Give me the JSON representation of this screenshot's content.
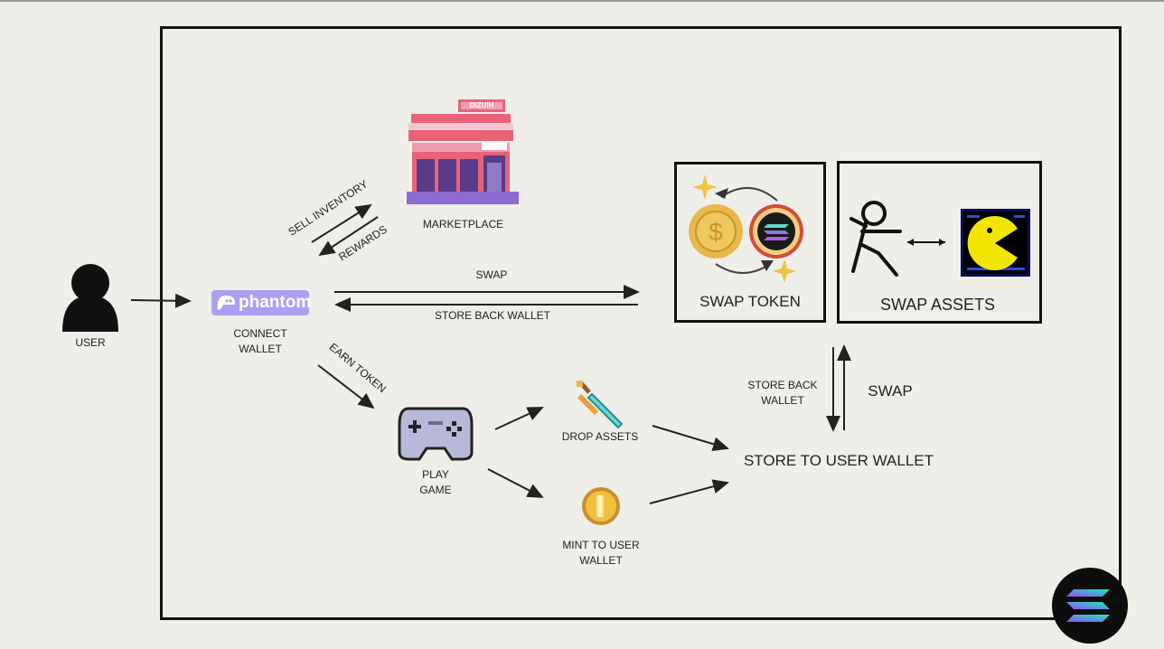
{
  "labels": {
    "user": "USER",
    "phantom_logo": "phantom",
    "connect_wallet": "CONNECT\nWALLET",
    "marketplace": "MARKETPLACE",
    "sell_inventory": "SELL INVENTORY",
    "rewards": "REWARDS",
    "swap_top": "SWAP",
    "store_back_wallet_top": "STORE BACK WALLET",
    "swap_token": "SWAP TOKEN",
    "swap_assets": "SWAP ASSETS",
    "earn_token": "EARN TOKEN",
    "play_game": "PLAY\nGAME",
    "drop_assets": "DROP ASSETS",
    "mint_to_user_wallet": "MINT TO USER\nWALLET",
    "store_back_wallet_right": "STORE BACK\nWALLET",
    "swap_right": "SWAP",
    "store_to_user_wallet": "STORE TO USER WALLET",
    "marketplace_sign": "DIZUIH"
  },
  "icons": {
    "user": "user-silhouette-icon",
    "phantom": "phantom-ghost-icon",
    "marketplace": "pixel-storefront-icon",
    "coin": "dollar-coin-icon",
    "solana": "solana-token-icon",
    "stick_figure": "stick-figure-icon",
    "pacman": "pacman-icon",
    "controller": "gamepad-icon",
    "sword": "pixel-sword-icon",
    "mint_coin": "pixel-coin-icon",
    "solana_corner": "solana-logo-icon"
  },
  "colors": {
    "background": "#efeee9",
    "phantom": "#ab9ff2",
    "storefront": "#e8637a",
    "coin": "#e8b84a",
    "pacman": "#f2e600",
    "controller": "#b8b8d8"
  }
}
